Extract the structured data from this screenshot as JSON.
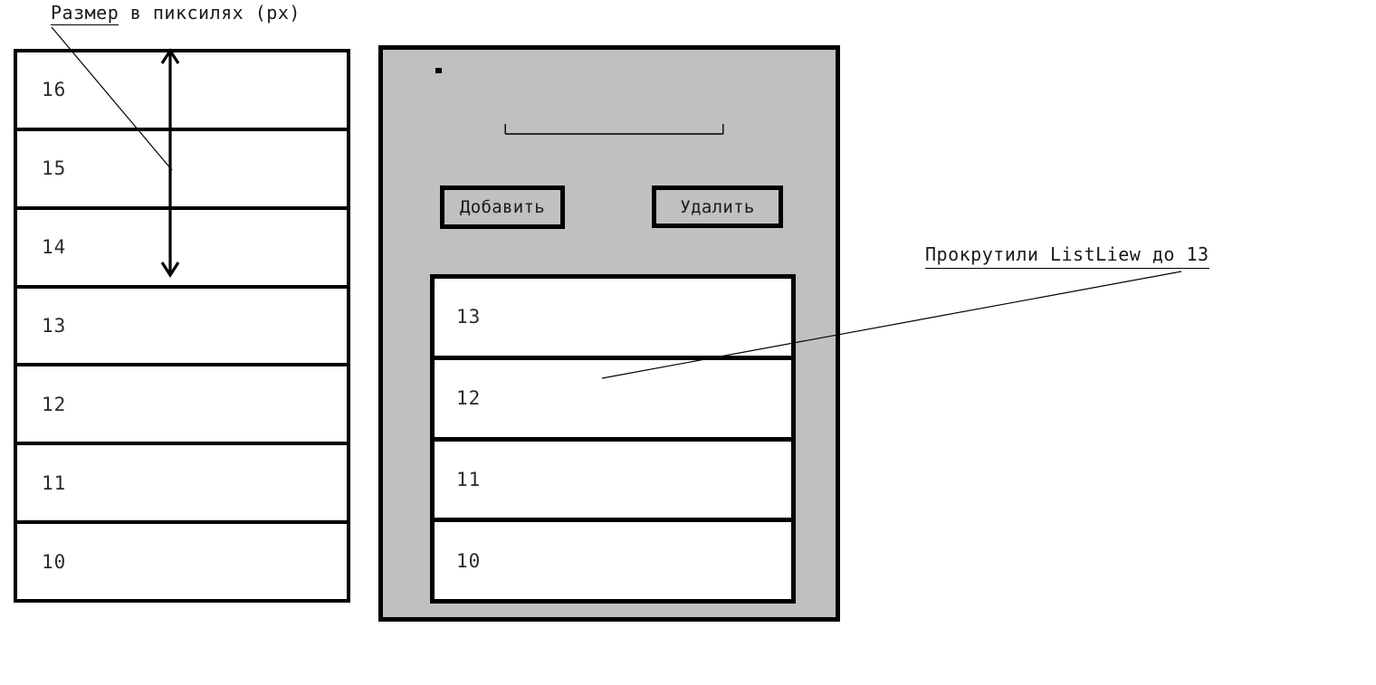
{
  "annotations": {
    "size_label": {
      "underlined": "Размер",
      "rest": " в пиксилях (px)"
    },
    "scroll_label": "Прокрутили ListLiew до 13"
  },
  "left_list": {
    "name": "full-item-list",
    "items": [
      {
        "label": "16"
      },
      {
        "label": "15"
      },
      {
        "label": "14"
      },
      {
        "label": "13"
      },
      {
        "label": "12"
      },
      {
        "label": "11"
      },
      {
        "label": "10"
      }
    ]
  },
  "dialog": {
    "background_color": "#c0c0c0",
    "border_color": "#000000",
    "buttons": {
      "add_label": "Добавить",
      "delete_label": "Удалить"
    },
    "text_field": {
      "value": "",
      "placeholder": ""
    },
    "list": {
      "name": "listview-scrolled",
      "items": [
        {
          "label": "13"
        },
        {
          "label": "12"
        },
        {
          "label": "11"
        },
        {
          "label": "10"
        }
      ]
    }
  }
}
